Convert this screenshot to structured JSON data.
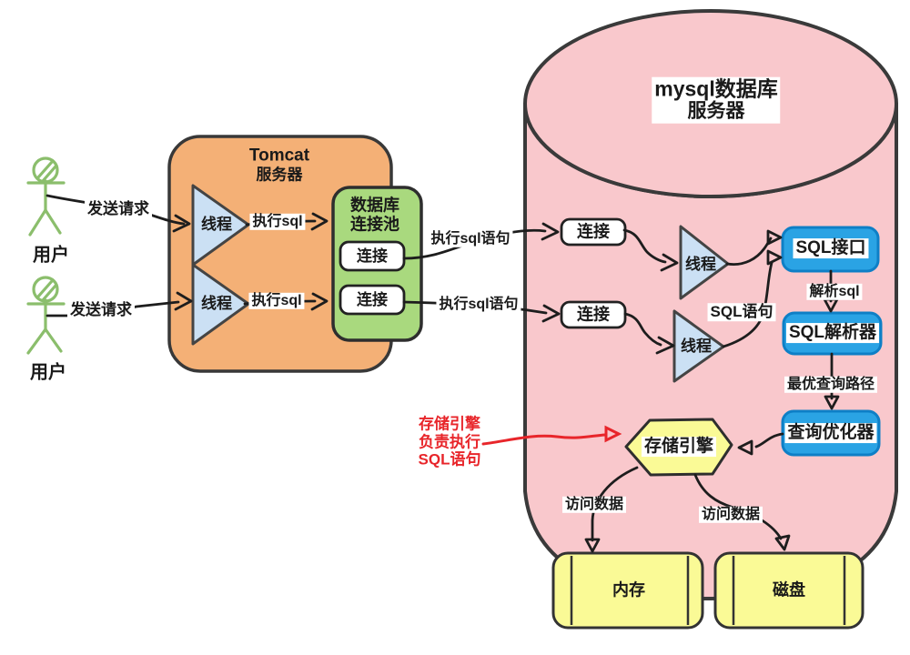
{
  "mysql_server": {
    "title_line1": "mysql数据库",
    "title_line2": "服务器"
  },
  "tomcat": {
    "title_line1": "Tomcat",
    "title_line2": "服务器"
  },
  "pool": {
    "title_line1": "数据库",
    "title_line2": "连接池"
  },
  "labels": {
    "user": "用户",
    "send_request": "发送请求",
    "thread": "线程",
    "exec_sql": "执行sql",
    "connection": "连接",
    "exec_sql_statement": "执行sql语句",
    "sql_statement": "SQL语句",
    "parse_sql": "解析sql",
    "optimal_query_path": "最优查询路径",
    "access_data": "访问数据"
  },
  "nodes": {
    "sql_interface": "SQL接口",
    "sql_parser": "SQL解析器",
    "query_optimizer": "查询优化器",
    "storage_engine": "存储引擎",
    "memory": "内存",
    "disk": "磁盘"
  },
  "annotation": {
    "line1": "存储引擎",
    "line2": "负责执行",
    "line3": "SQL语句"
  },
  "colors": {
    "cylinder_fill": "#F9C8CC",
    "tomcat_fill": "#F4B076",
    "pool_fill": "#A9D97E",
    "thread_triangle_fill": "#CBE0F4",
    "component_blue": "#2AA3E4",
    "component_blue_border": "#0E7FC6",
    "storage_yellow": "#FAFA96",
    "annotation_red": "#E8252A",
    "user_green": "#8BBE6C",
    "outline_dark": "#333333"
  }
}
